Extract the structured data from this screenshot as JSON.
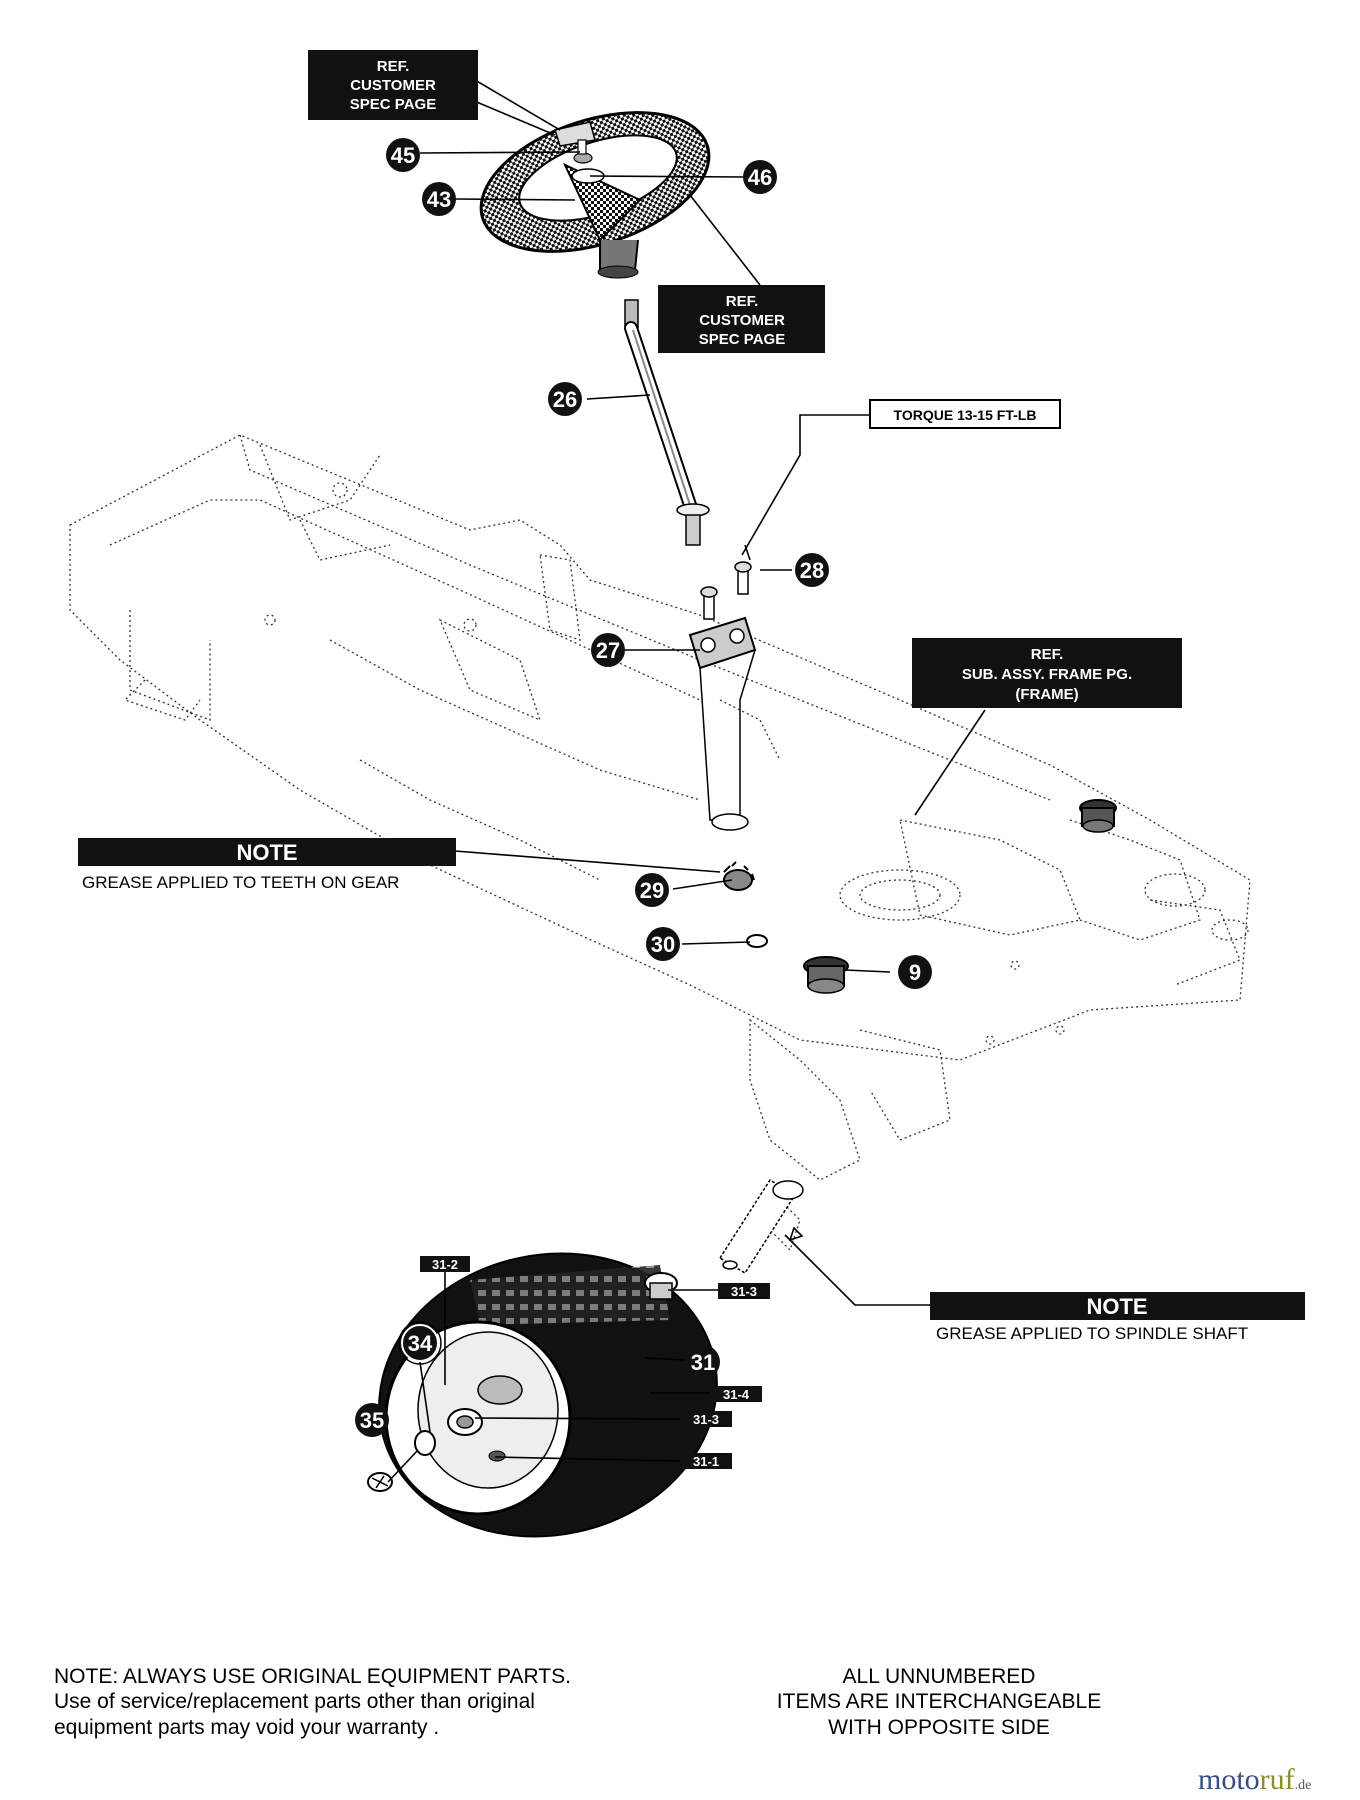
{
  "callouts": {
    "ref_top": [
      "REF.",
      "CUSTOMER",
      "SPEC PAGE"
    ],
    "ref_mid": [
      "REF.",
      "CUSTOMER",
      "SPEC PAGE"
    ],
    "ref_frame": [
      "REF.",
      "SUB. ASSY. FRAME PG.",
      "(FRAME)"
    ],
    "torque": "TORQUE 13-15 FT-LB",
    "note_gear": {
      "title": "NOTE",
      "body": "GREASE APPLIED TO TEETH ON GEAR"
    },
    "note_spindle": {
      "title": "NOTE",
      "body": "GREASE APPLIED TO SPINDLE SHAFT"
    }
  },
  "parts": {
    "p45": "45",
    "p46": "46",
    "p43": "43",
    "p26": "26",
    "p28": "28",
    "p27": "27",
    "p29": "29",
    "p30": "30",
    "p9": "9",
    "p31": "31",
    "p34": "34",
    "p35": "35"
  },
  "subparts": {
    "s31_2": "31-2",
    "s31_3a": "31-3",
    "s31_4": "31-4",
    "s31_3b": "31-3",
    "s31_1": "31-1"
  },
  "footer": {
    "left": [
      "NOTE: ALWAYS USE ORIGINAL EQUIPMENT PARTS.",
      "Use of service/replacement parts other than original",
      "equipment parts may void your warranty ."
    ],
    "right": [
      "ALL UNNUMBERED",
      "ITEMS ARE INTERCHANGEABLE",
      "WITH OPPOSITE SIDE"
    ]
  },
  "watermark": {
    "name_a": "moto",
    "name_b": "ruf",
    "suffix": ".de"
  }
}
